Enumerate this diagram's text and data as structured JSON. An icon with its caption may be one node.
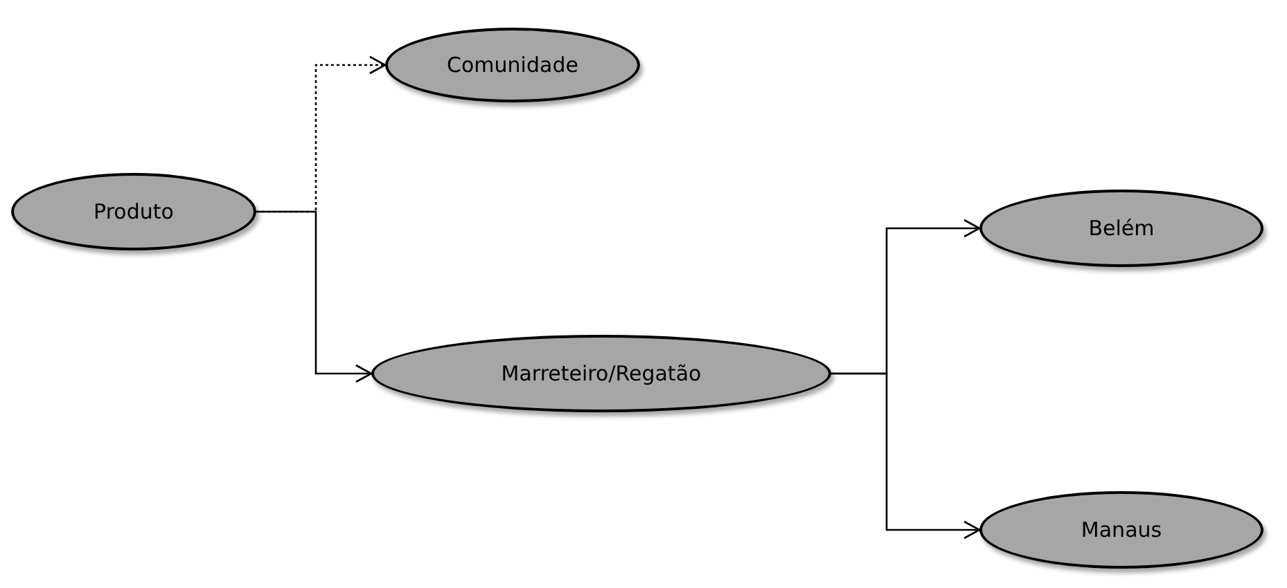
{
  "diagram": {
    "nodes": [
      {
        "text": [
          "Produto"
        ]
      },
      {
        "text": [
          "Comunidade"
        ]
      },
      {
        "text": [
          "Marreteiro/Regatão"
        ]
      },
      {
        "text": [
          "Belém"
        ]
      },
      {
        "text": [
          "Manaus"
        ]
      }
    ],
    "edges": [
      {
        "from": 0,
        "to": 1,
        "arrow": "to",
        "style": "dashed"
      },
      {
        "from": 0,
        "to": 2,
        "arrow": "to"
      },
      {
        "from": 2,
        "to": 3,
        "arrow": "to"
      },
      {
        "from": 2,
        "to": 4,
        "arrow": "to"
      }
    ]
  }
}
